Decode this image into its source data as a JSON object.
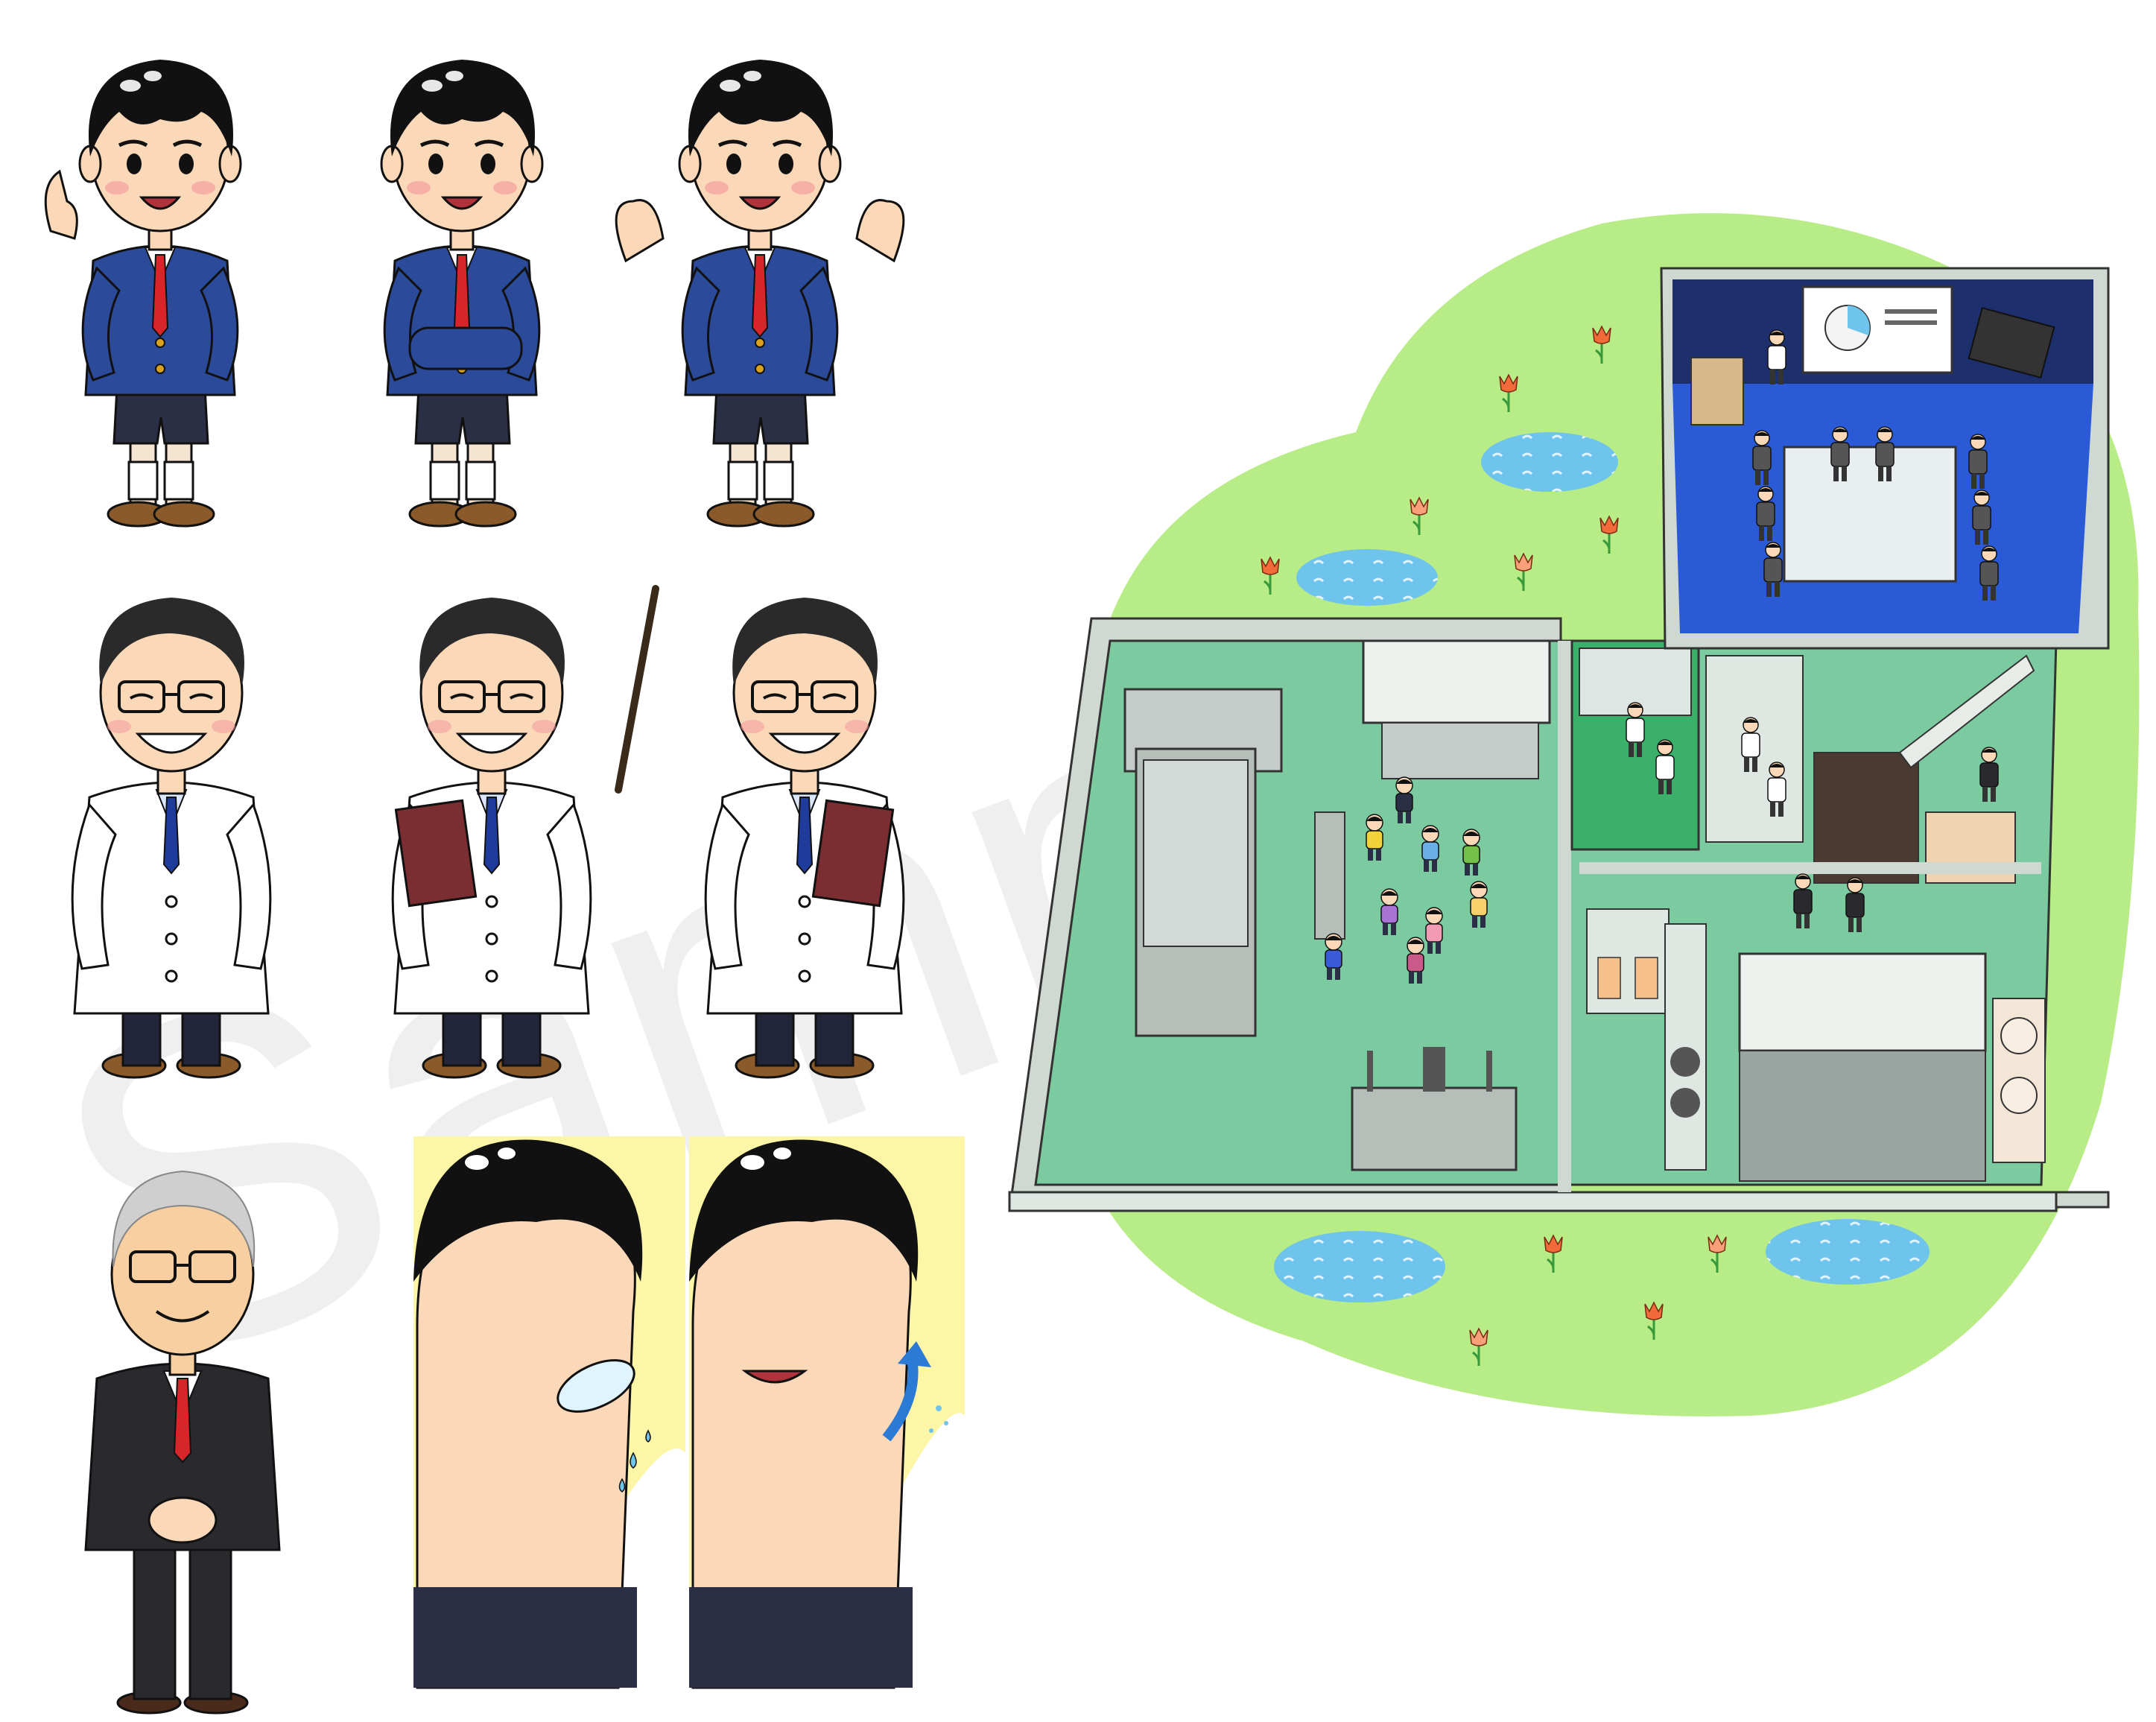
{
  "watermark": {
    "text": "Sample",
    "color": "#e6e6e6"
  },
  "palette": {
    "blazer": "#2b4a9a",
    "shorts": "#2a2f45",
    "tie_red": "#d8252a",
    "lab_coat": "#ffffff",
    "tie_blue": "#1f3c9c",
    "suit": "#2a2a2e",
    "book": "#7a2e32",
    "lawn": "#b7ec86",
    "pond": "#6fc4ec",
    "floor": "#7ccaa0",
    "walls": "#cfd9d2",
    "meeting_floor": "#2a5ad6",
    "meeting_wall": "#1e2f6e",
    "flower": "#f06a3a",
    "skin": "#fbd8b8",
    "hair": "#111111",
    "panel_bg": "#fdf6a6"
  },
  "characters": [
    {
      "id": "student-pointing",
      "role": "student",
      "pose": "pointing-up",
      "expression": "smiling"
    },
    {
      "id": "student-arms-crossed",
      "role": "student",
      "pose": "arms-crossed",
      "expression": "thinking"
    },
    {
      "id": "student-surprised",
      "role": "student",
      "pose": "hands-raised",
      "expression": "surprised"
    },
    {
      "id": "doctor-smiling",
      "role": "doctor",
      "pose": "hands-behind",
      "expression": "laughing"
    },
    {
      "id": "doctor-pointer",
      "role": "doctor",
      "pose": "holding-pointer-and-book",
      "expression": "smiling"
    },
    {
      "id": "doctor-book",
      "role": "doctor",
      "pose": "holding-book",
      "expression": "smiling"
    },
    {
      "id": "executive",
      "role": "executive",
      "pose": "hands-clasped",
      "expression": "smiling"
    }
  ],
  "panels": [
    {
      "id": "spray-before",
      "icon": "water-drops-icon"
    },
    {
      "id": "spray-after",
      "icon": "up-arrow-icon"
    }
  ],
  "facility": {
    "rooms": [
      "meeting-room",
      "kitchen",
      "washroom",
      "equipment-room",
      "lobby-stairs"
    ],
    "visitor_count": 9
  }
}
